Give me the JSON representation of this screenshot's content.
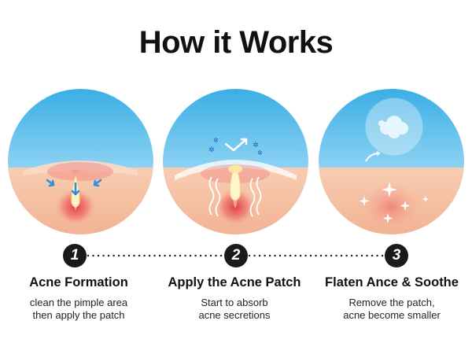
{
  "title": "How it Works",
  "steps": [
    {
      "number": "1",
      "title": "Acne Formation",
      "desc_lines": [
        "clean the pimple area",
        "then apply the patch"
      ]
    },
    {
      "number": "2",
      "title": "Apply the Acne Patch",
      "desc_lines": [
        "Start to absorb",
        "acne secretions"
      ]
    },
    {
      "number": "3",
      "title": "Flaten Ance & Soothe",
      "desc_lines": [
        "Remove the patch,",
        "acne become smaller"
      ]
    }
  ],
  "colors": {
    "sky_top": "#3aaee6",
    "sky_bottom": "#cdeefb",
    "skin": "#f6c3a6",
    "skin_deep": "#f0a98a",
    "inflamed": "#e8504f",
    "pus": "#fff8d6",
    "arrow_blue": "#2b8fe0",
    "badge": "#1a1a1a"
  },
  "icons": {
    "step1": "pimple-with-arrows-icon",
    "step2": "patch-absorbing-icon",
    "step3": "removed-patch-icon"
  }
}
